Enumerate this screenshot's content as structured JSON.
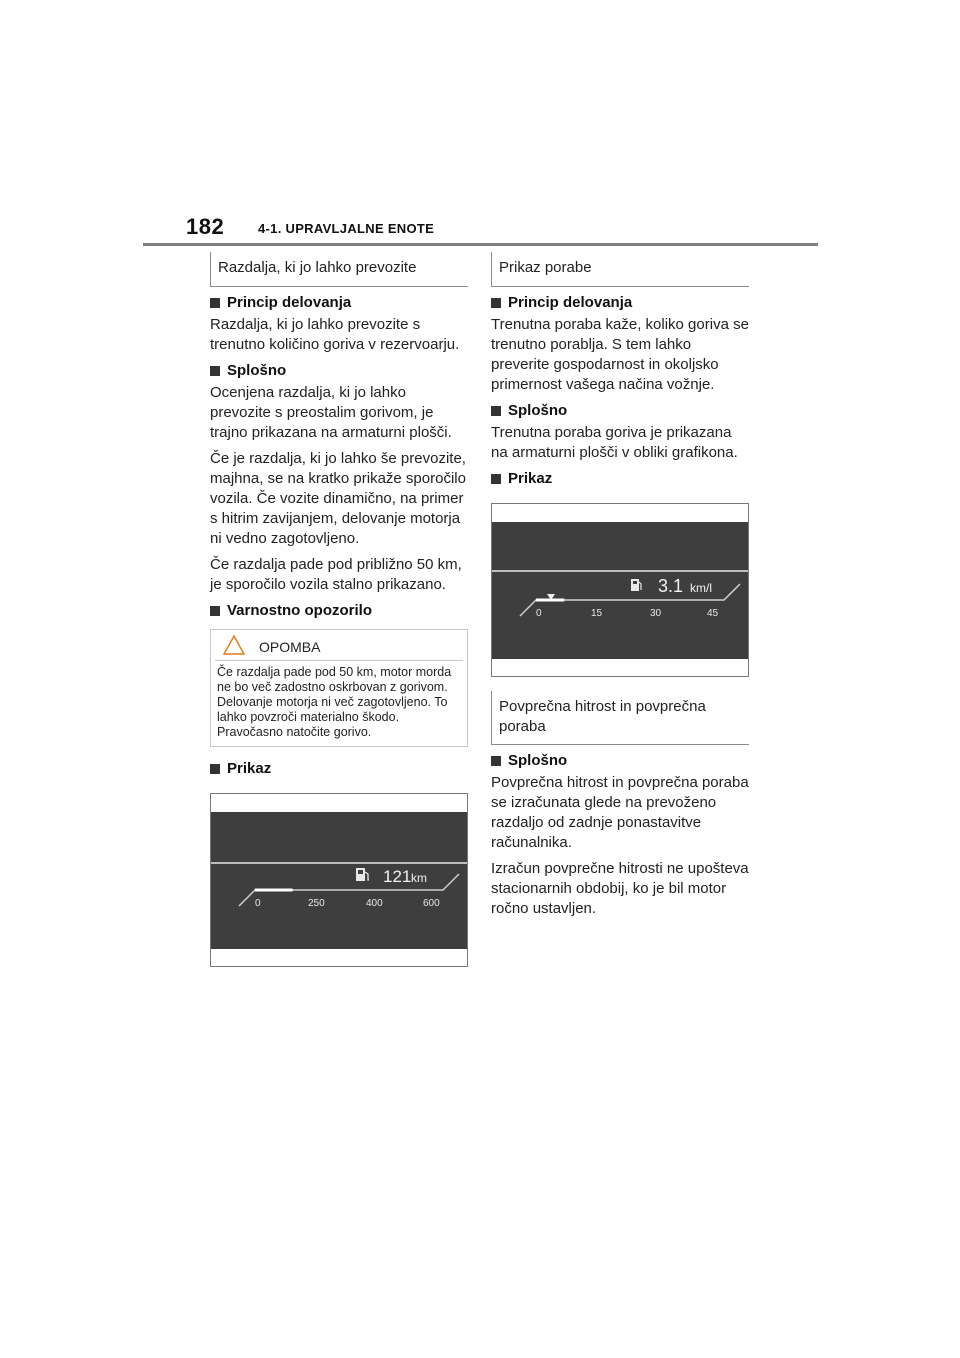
{
  "header": {
    "page_number": "182",
    "section": "4-1. UPRAVLJALNE ENOTE"
  },
  "left": {
    "box_title": "Razdalja, ki jo lahko prevozite",
    "h1": "Princip delovanja",
    "p1": "Razdalja, ki jo lahko prevozite s trenutno količino goriva v rezervoarju.",
    "h2": "Splošno",
    "p2": "Ocenjena razdalja, ki jo lahko prevozite s preostalim gorivom, je trajno prikazana na armaturni plošči.",
    "p3": "Če je razdalja, ki jo lahko še prevozite, majhna, se na kratko prikaže sporočilo vozila. Če vozite dinamično, na primer s hitrim zavijanjem, delovanje motorja ni vedno zagotovljeno.",
    "p4": "Če razdalja pade pod približno 50 km, je sporočilo vozila stalno prikazano.",
    "h3": "Varnostno opozorilo",
    "note": {
      "title": "OPOMBA",
      "text": "Če razdalja pade pod 50 km, motor morda ne bo več zadostno oskrbovan z gorivom. Delovanje motorja ni več zagotovljeno. To lahko povzroči materialno škodo. Pravočasno natočite gorivo."
    },
    "h4": "Prikaz",
    "display": {
      "value": "121",
      "unit": "km",
      "ticks": [
        "0",
        "250",
        "400",
        "600"
      ],
      "level_fraction": 0.2
    }
  },
  "right": {
    "box_title": "Prikaz porabe",
    "h1": "Princip delovanja",
    "p1": "Trenutna poraba kaže, koliko goriva se trenutno porablja. S tem lahko preverite gospodarnost in okoljsko primernost vašega načina vožnje.",
    "h2": "Splošno",
    "p2": "Trenutna poraba goriva je prikazana na armaturni plošči v obliki grafikona.",
    "h3": "Prikaz",
    "display": {
      "value": "3.1",
      "unit": "km/l",
      "ticks": [
        "0",
        "15",
        "30",
        "45"
      ],
      "level_fraction": 0.15
    },
    "box_title_2": "Povprečna hitrost in povprečna poraba",
    "h4": "Splošno",
    "p3": "Povprečna hitrost in povprečna poraba se izračunata glede na prevoženo razdaljo od zadnje ponastavitve računalnika.",
    "p4": "Izračun povprečne hitrosti ne upošteva stacionarnih obdobij, ko je bil motor ročno ustavljen."
  },
  "colors": {
    "display_bg": "#3e3e3e",
    "display_line": "#e8e8e8",
    "warning_triangle": "#e07a1a"
  }
}
